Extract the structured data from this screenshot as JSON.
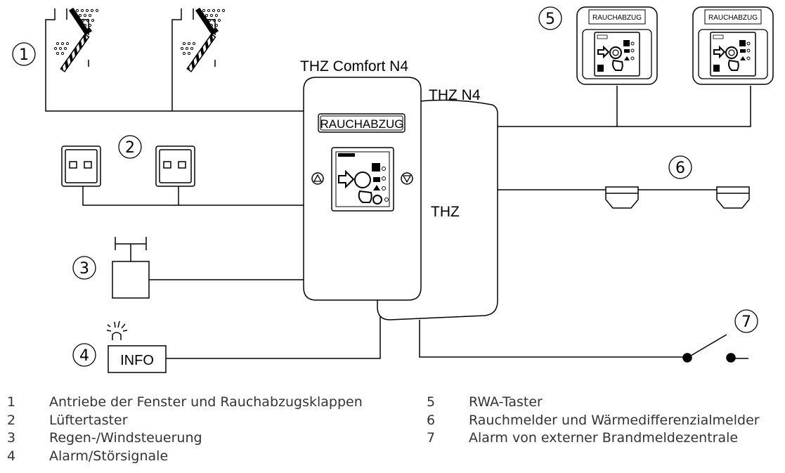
{
  "devices": {
    "main_unit": "THZ Comfort N4",
    "extension_unit": "THZ N4",
    "thz": "THZ",
    "panel_label": "RAUCHABZUG",
    "rwa_label": "RAUCHABZUG",
    "info_box": "INFO"
  },
  "numbers": [
    "1",
    "2",
    "3",
    "4",
    "5",
    "6",
    "7"
  ],
  "legend": {
    "left": [
      {
        "num": "1",
        "text": "Antriebe der Fenster und Rauchabzugsklappen"
      },
      {
        "num": "2",
        "text": "Lüftertaster"
      },
      {
        "num": "3",
        "text": "Regen-/Windsteuerung"
      },
      {
        "num": "4",
        "text": "Alarm/Störsignale"
      }
    ],
    "right": [
      {
        "num": "5",
        "text": "RWA-Taster"
      },
      {
        "num": "6",
        "text": "Rauchmelder und Wärmedifferenzialmelder"
      },
      {
        "num": "7",
        "text": "Alarm von externer Brandmeldezentrale"
      }
    ]
  }
}
